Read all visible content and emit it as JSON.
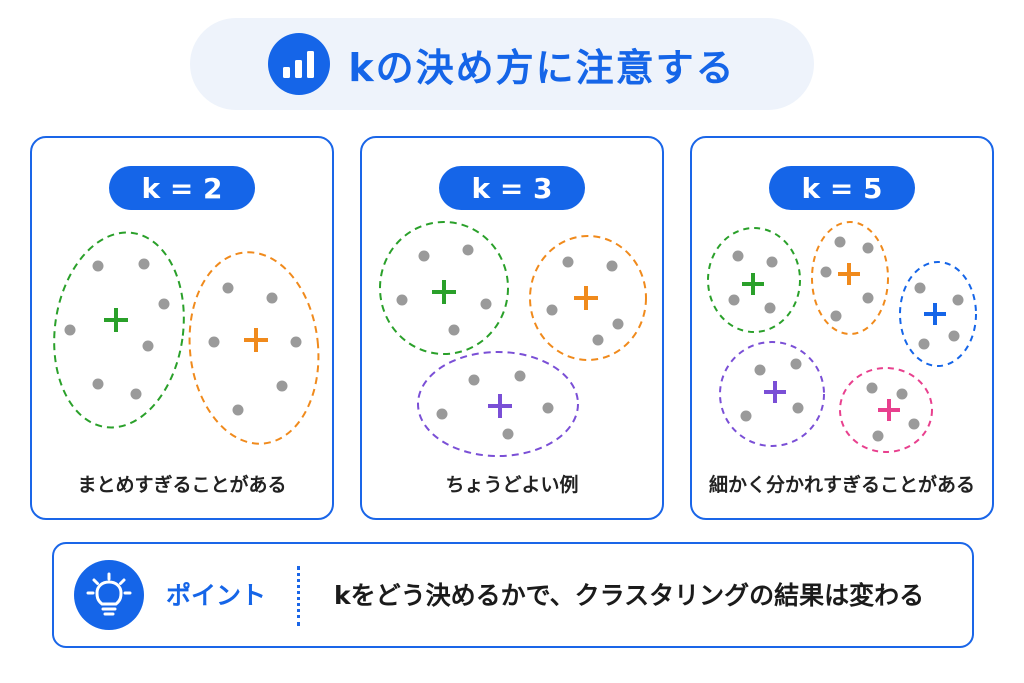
{
  "title": {
    "text": "kの決め方に注意する",
    "icon": "bar-chart-icon"
  },
  "colors": {
    "accent": "#1565e8",
    "green": "#2aa02a",
    "orange": "#f08a1c",
    "purple": "#7a4fd6",
    "blue": "#1565e8",
    "pink": "#e8408e",
    "point": "#9a9a9a"
  },
  "panels": [
    {
      "label": "k = 2",
      "caption": "まとめすぎることがある"
    },
    {
      "label": "k = 3",
      "caption": "ちょうどよい例"
    },
    {
      "label": "k = 5",
      "caption": "細かく分かれすぎることがある"
    }
  ],
  "point": {
    "icon": "lightbulb-icon",
    "label": "ポイント",
    "text": "kをどう決めるかで、クラスタリングの結果は変わる"
  }
}
